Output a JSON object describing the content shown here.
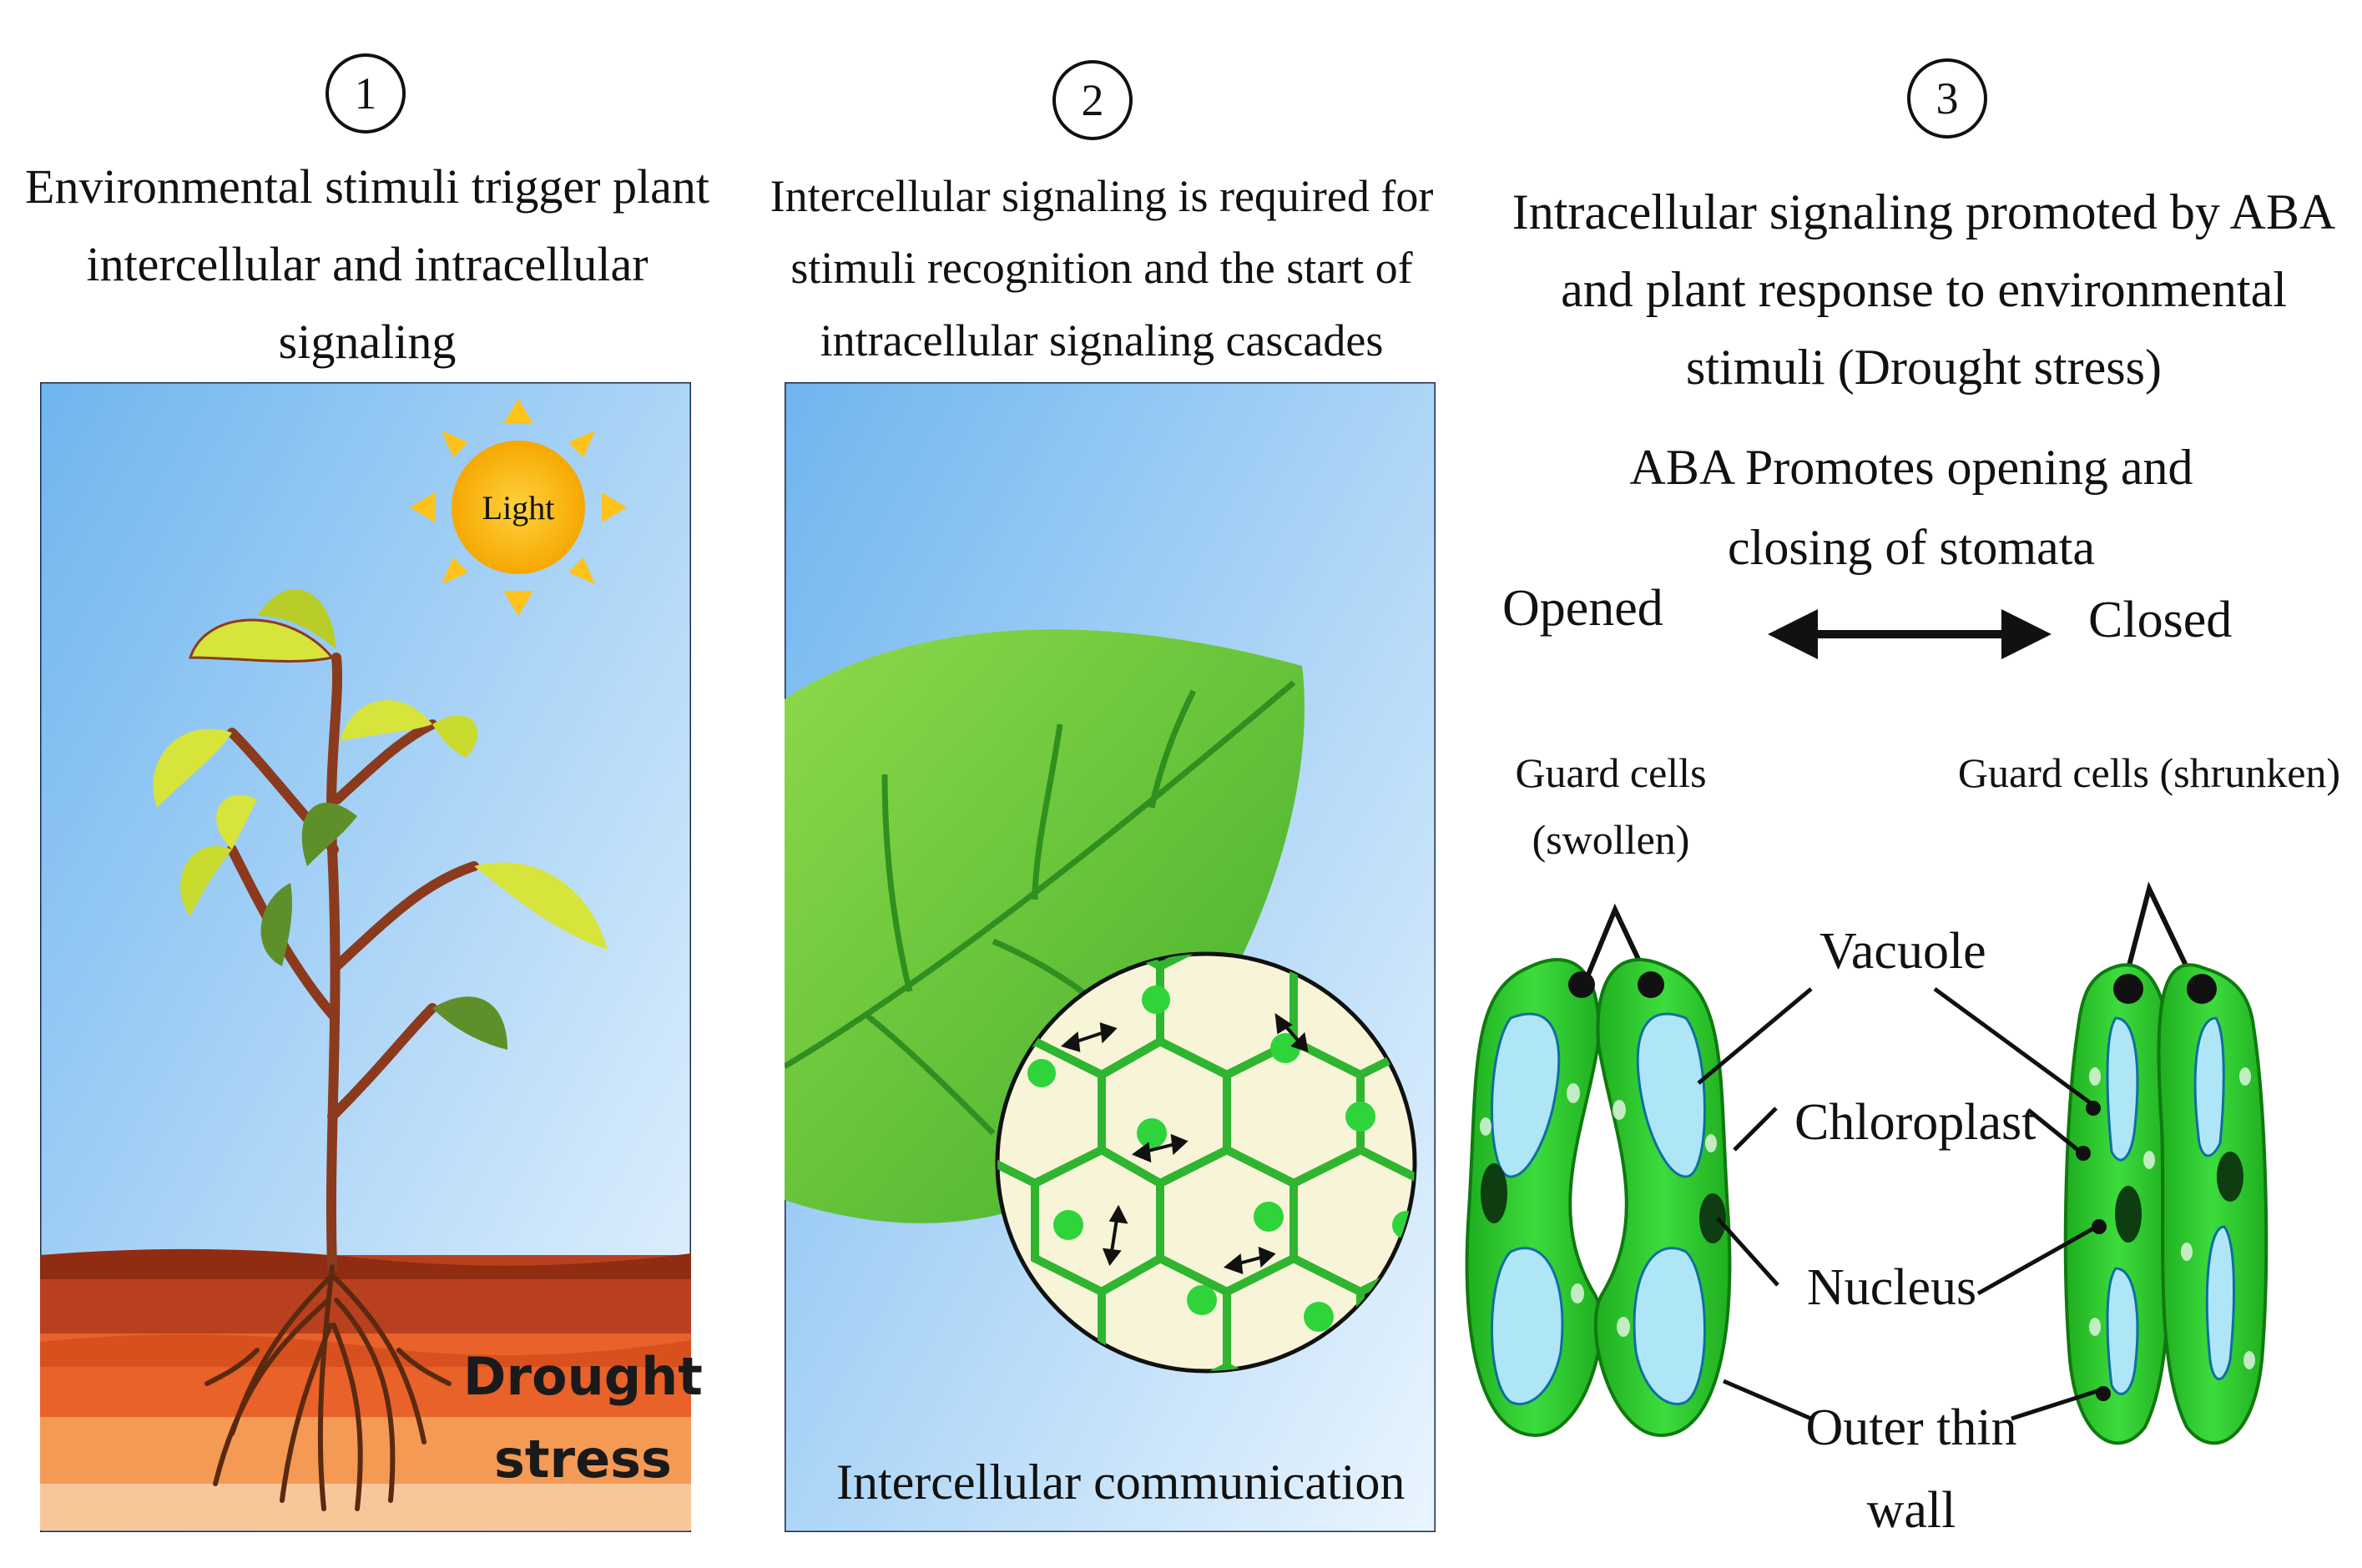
{
  "panel1": {
    "number": "1",
    "caption_line1": "Environmental stimuli trigger plant",
    "caption_line2": "intercellular and intracellular",
    "caption_line3": "signaling",
    "sun_label": "Light",
    "soil_label_line1": "Drought",
    "soil_label_line2": "stress"
  },
  "panel2": {
    "number": "2",
    "caption_line1": "Intercellular signaling is required for",
    "caption_line2": "stimuli recognition and the start of",
    "caption_line3": "intracellular signaling cascades",
    "bottom_label": "Intercellular communication"
  },
  "panel3": {
    "number": "3",
    "caption_line1": "Intracellular signaling promoted by ABA",
    "caption_line2": "and  plant response to environmental",
    "caption_line3": "stimuli (Drought stress)",
    "aba_line1": "ABA Promotes opening and",
    "aba_line2": "closing of stomata",
    "opened": "Opened",
    "closed": "Closed",
    "guard_swollen_line1": "Guard cells",
    "guard_swollen_line2": "(swollen)",
    "guard_shrunken": "Guard cells (shrunken)",
    "vacuole": "Vacuole",
    "chloroplast": "Chloroplast",
    "nucleus": "Nucleus",
    "outer_wall_line1": "Outer thin",
    "outer_wall_line2": "wall"
  },
  "colors": {
    "sky_top": "#6fb5ef",
    "sky_bottom": "#e6f3fd",
    "soil_dark": "#a8381b",
    "soil_mid": "#e8622a",
    "soil_light": "#f3a35a",
    "leaf_green": "#7fd13b",
    "guard_green": "#2fc72f",
    "vacuole_blue": "#a9e3f7"
  }
}
